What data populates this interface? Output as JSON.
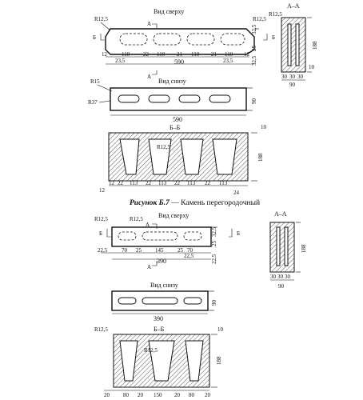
{
  "figure1": {
    "top_view": {
      "title": "Вид сверху",
      "radius_label": "R12,5",
      "radius_right_label": "R12,5",
      "section_mark": "Б",
      "section_mark_right": "Б",
      "cut_mark": "А",
      "cut_mark_bottom": "А",
      "dims_bottom": [
        "12",
        "110",
        "22",
        "110",
        "21",
        "110",
        "21",
        "110",
        "12"
      ],
      "dim_23_5_left": "23,5",
      "dim_23_5_right": "23,5",
      "overall": "590",
      "dim_32_5_top": "32,5",
      "dim_32_5_bottom": "32,5",
      "dim_25": "25"
    },
    "section_aa": {
      "title": "А–А",
      "radius_label": "R12,5",
      "height": "188",
      "dim_10": "10",
      "dims_bottom": [
        "30",
        "30",
        "30"
      ],
      "width": "90"
    },
    "bottom_view": {
      "title": "Вид снизу",
      "r15": "R15",
      "r37": "R37",
      "width": "90",
      "length": "590"
    },
    "section_bb": {
      "title": "Б–Б",
      "radius_label": "R12,5",
      "dim_10": "10",
      "height": "188",
      "dims_bottom": [
        "12",
        "22",
        "113",
        "22",
        "113",
        "22",
        "113",
        "22",
        "113"
      ],
      "dim_12": "12",
      "dim_24": "24"
    },
    "caption_number": "Рисунок Б.7",
    "caption_text": " — Камень перегородочный"
  },
  "figure2": {
    "top_view": {
      "title": "Вид сверху",
      "radius_a": "R12,5",
      "radius_b": "R12,5",
      "section_mark": "Б",
      "section_mark_right": "Б",
      "cut_mark": "А",
      "cut_mark_bottom": "А",
      "dim_22_5_left": "22,5",
      "dims_bottom": [
        "70",
        "25",
        "145",
        "25",
        "70"
      ],
      "dim_22_5_right": "22,5",
      "overall": "390",
      "dim_32_5": "32,5",
      "dim_25": "25",
      "dim_22_5_side": "22,5"
    },
    "section_aa": {
      "title": "А–А",
      "height": "188",
      "dims_bottom": [
        "30",
        "30",
        "30"
      ],
      "width": "90"
    },
    "bottom_view": {
      "title": "Вид снизу",
      "width": "90",
      "length": "390"
    },
    "section_bb": {
      "title": "Б–Б",
      "radius_a": "R12,5",
      "radius_b": "R12,5",
      "dim_10": "10",
      "height": "188",
      "dims_bottom": [
        "20",
        "80",
        "20",
        "150",
        "20",
        "80",
        "20"
      ]
    }
  }
}
